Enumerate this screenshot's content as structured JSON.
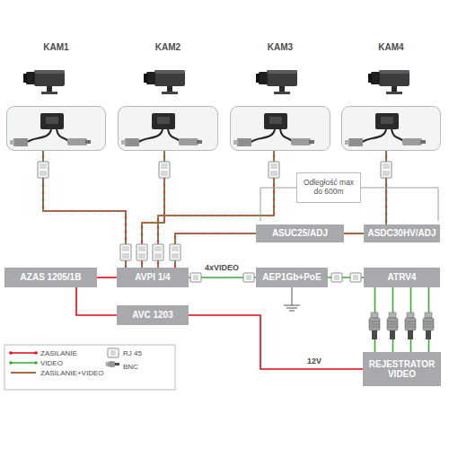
{
  "diagram": {
    "nodes": [
      {
        "text": [
          "KAM1"
        ]
      },
      {
        "text": [
          "KAM2"
        ]
      },
      {
        "text": [
          "KAM3"
        ]
      },
      {
        "text": [
          "KAM4"
        ]
      },
      {
        "text": [
          "Odległość max do 600m"
        ]
      },
      {
        "text": [
          "ASUC25/ADJ"
        ]
      },
      {
        "text": [
          "ASDC30HV/ADJ"
        ]
      },
      {
        "text": [
          "AZAS 1205/1B"
        ]
      },
      {
        "text": [
          "AVPI 1/4"
        ]
      },
      {
        "text": [
          "AEP1Gb+PoE"
        ]
      },
      {
        "text": [
          "ATRV4"
        ]
      },
      {
        "text": [
          "AVC 1203"
        ]
      },
      {
        "text": [
          "REJESTRATOR VIDEO"
        ]
      }
    ],
    "edges": [
      {
        "from": 0,
        "to": 8,
        "arrow": "none"
      },
      {
        "from": 1,
        "to": 8,
        "arrow": "none"
      },
      {
        "from": 2,
        "to": 8,
        "arrow": "none"
      },
      {
        "from": 3,
        "to": 6,
        "arrow": "none"
      },
      {
        "from": 6,
        "to": 5,
        "arrow": "none"
      },
      {
        "from": 5,
        "to": 8,
        "arrow": "none"
      },
      {
        "from": 7,
        "to": 8,
        "arrow": "none"
      },
      {
        "from": 7,
        "to": 11,
        "arrow": "none"
      },
      {
        "from": 8,
        "to": 9,
        "label": "4xVIDEO",
        "arrow": "none"
      },
      {
        "from": 9,
        "to": 10,
        "arrow": "none"
      },
      {
        "from": 10,
        "to": 12,
        "arrow": "none"
      },
      {
        "from": 11,
        "to": 12,
        "label": "12V",
        "arrow": "none"
      }
    ],
    "legend": [
      {
        "text": "ZASILANIE"
      },
      {
        "text": "VIDEO"
      },
      {
        "text": "ZASILANIE+VIDEO"
      },
      {
        "text": "RJ 45"
      },
      {
        "text": "BNC"
      }
    ]
  }
}
